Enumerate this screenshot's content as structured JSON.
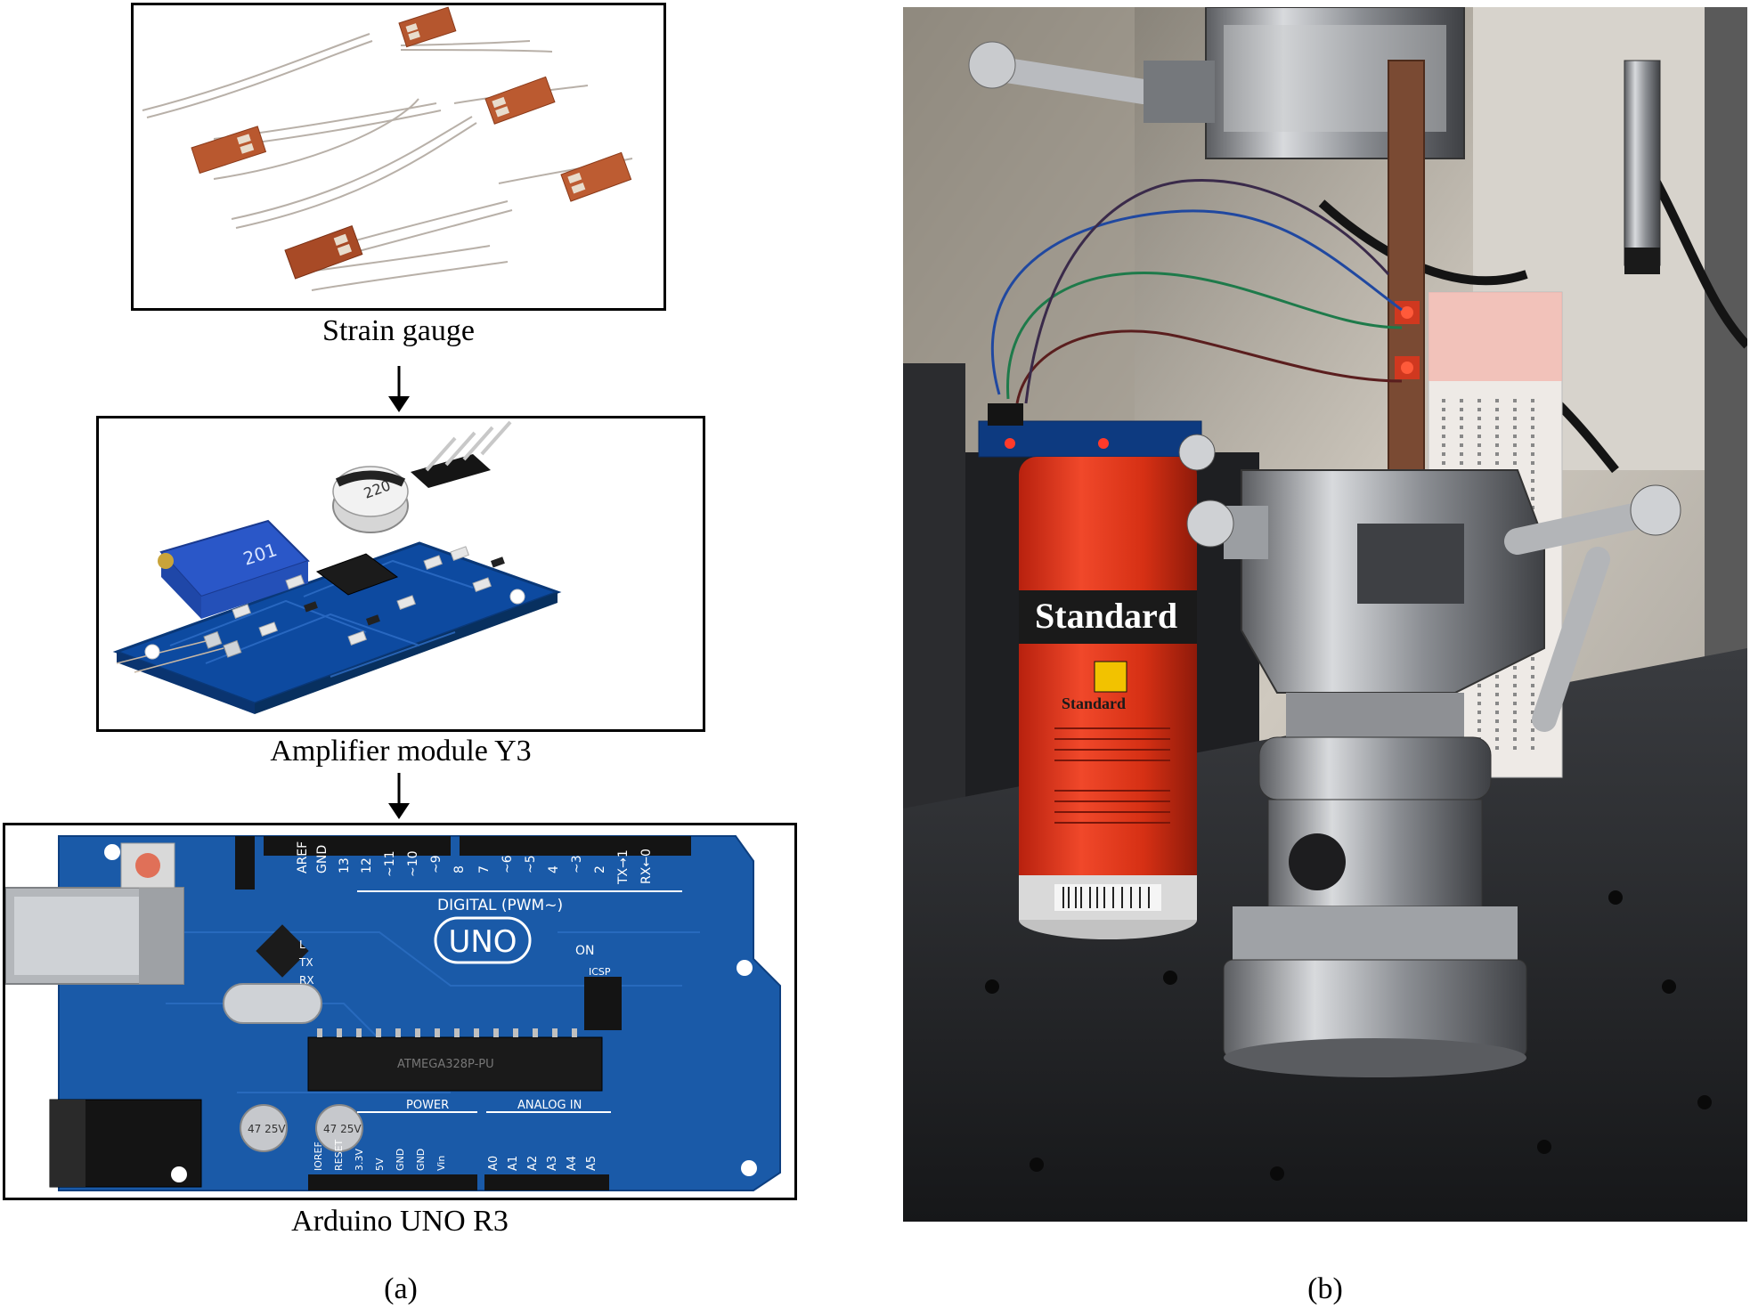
{
  "figure": {
    "panel_a": {
      "steps": [
        {
          "caption": "Strain gauge"
        },
        {
          "caption": "Amplifier module Y3"
        },
        {
          "caption": "Arduino UNO R3"
        }
      ],
      "label": "(a)"
    },
    "panel_b": {
      "label": "(b)",
      "can_text": "Standard",
      "can_text_small": "Standard"
    },
    "arduino": {
      "logo": "UNO",
      "digital_label": "DIGITAL (PWM~)",
      "power_label": "POWER",
      "analog_label": "ANALOG IN",
      "on_label": "ON",
      "icsp_label": "ICSP",
      "chip_text": "ATMEGA328P-PU",
      "tx_label": "TX",
      "rx_label": "RX",
      "l_label": "L",
      "aref_label": "AREF",
      "gnd_label": "GND",
      "digital_pins": [
        "13",
        "12",
        "~11",
        "~10",
        "~9",
        "8",
        "7",
        "~6",
        "~5",
        "4",
        "~3",
        "2",
        "TX→1",
        "RX←0"
      ],
      "power_pins": [
        "IOREF",
        "RESET",
        "3.3V",
        "5V",
        "GND",
        "GND",
        "Vin"
      ],
      "analog_pins": [
        "A0",
        "A1",
        "A2",
        "A3",
        "A4",
        "A5"
      ],
      "cap_text": "47 25V"
    },
    "amplifier": {
      "pot_text": "201",
      "cap_text": "220"
    }
  }
}
